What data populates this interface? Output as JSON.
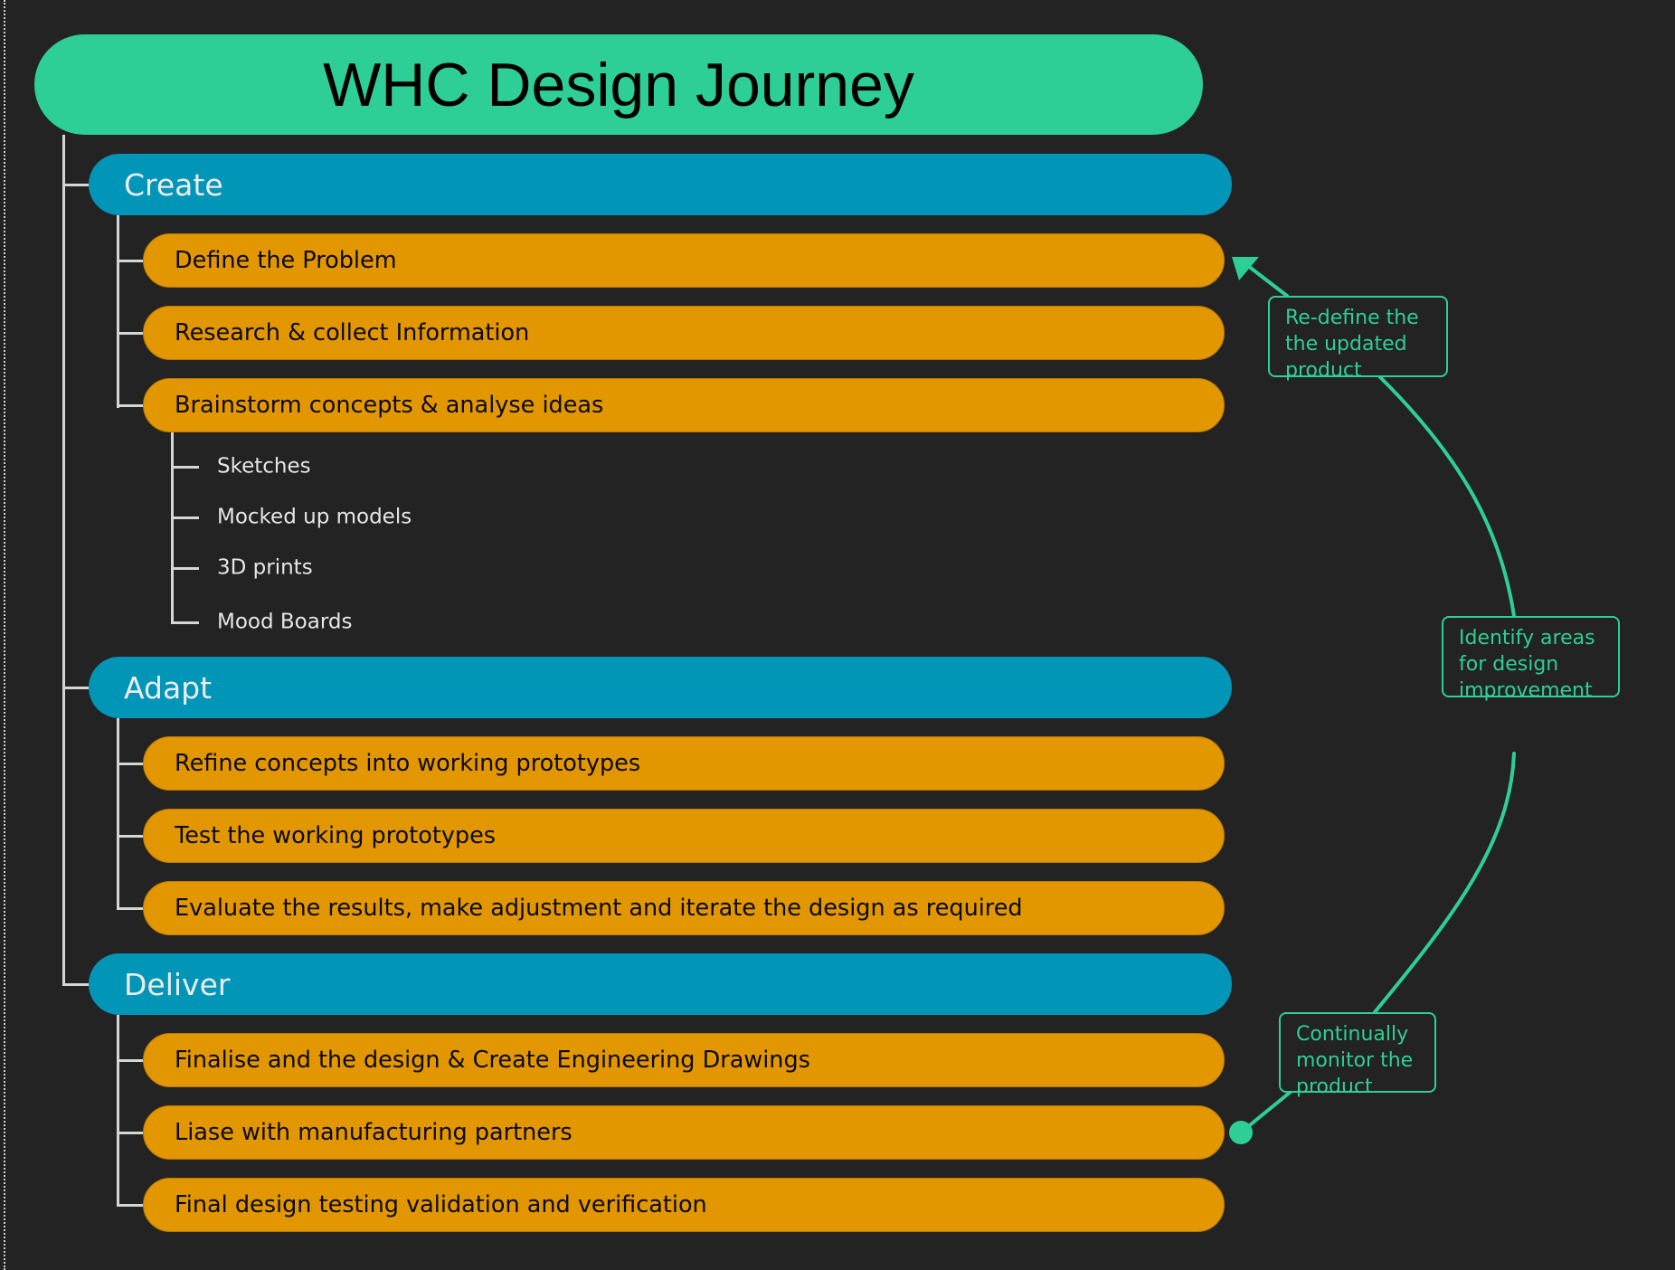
{
  "title": "WHC Design Journey",
  "colors": {
    "background": "#232323",
    "title_fill": "#2ecf96",
    "phase_fill": "#0195b8",
    "step_fill": "#e29700",
    "connector": "#d6d6d6",
    "annotation": "#2ecf96"
  },
  "phases": [
    {
      "label": "Create",
      "steps": [
        {
          "label": "Define the Problem"
        },
        {
          "label": "Research & collect Information"
        },
        {
          "label": "Brainstorm concepts & analyse ideas",
          "sub_items": [
            "Sketches",
            "Mocked up models",
            "3D prints",
            "Mood Boards"
          ]
        }
      ]
    },
    {
      "label": "Adapt",
      "steps": [
        {
          "label": "Refine concepts into working prototypes"
        },
        {
          "label": "Test the working prototypes"
        },
        {
          "label": "Evaluate the results, make adjustment and iterate the design as required"
        }
      ]
    },
    {
      "label": "Deliver",
      "steps": [
        {
          "label": "Finalise and the design & Create Engineering Drawings"
        },
        {
          "label": "Liase with manufacturing partners"
        },
        {
          "label": "Final design testing validation and verification"
        }
      ]
    }
  ],
  "feedback_loop": {
    "from": "Final design testing validation and verification",
    "to": "Define the Problem",
    "annotations": [
      "Continually\nmonitor the\nproduct",
      "Identify areas\nfor design\nimprovement",
      "Re-define the\nthe updated\nproduct"
    ]
  }
}
